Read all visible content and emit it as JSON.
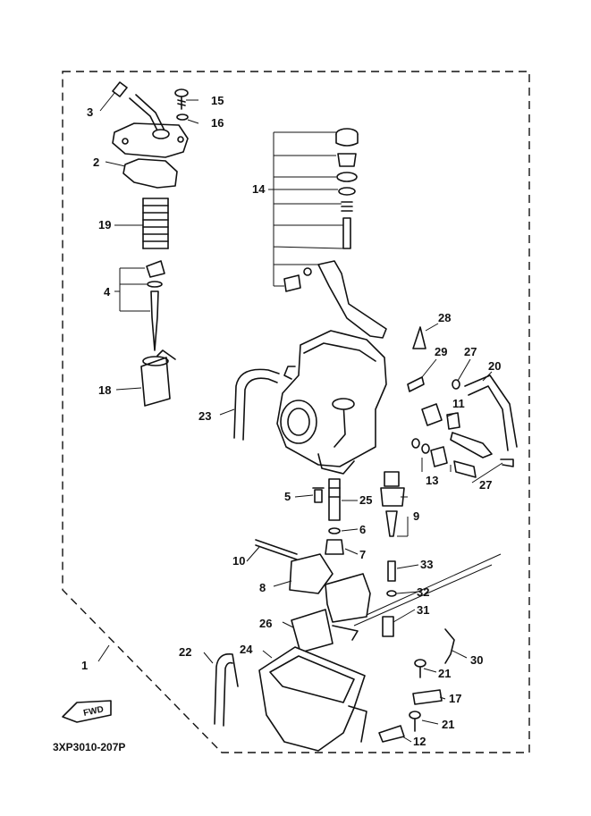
{
  "diagram_code": "3XP3010-207P",
  "fwd_label": "FWD",
  "callouts": {
    "c1": "1",
    "c2": "2",
    "c3": "3",
    "c4": "4",
    "c5": "5",
    "c6": "6",
    "c7": "7",
    "c8": "8",
    "c9": "9",
    "c10": "10",
    "c11": "11",
    "c12": "12",
    "c13": "13",
    "c14": "14",
    "c15": "15",
    "c16": "16",
    "c17": "17",
    "c18": "18",
    "c19": "19",
    "c20": "20",
    "c21a": "21",
    "c21b": "21",
    "c22": "22",
    "c23": "23",
    "c24": "24",
    "c25": "25",
    "c26": "26",
    "c27a": "27",
    "c27b": "27",
    "c28": "28",
    "c29": "29",
    "c30": "30",
    "c31": "31",
    "c32": "32",
    "c33": "33"
  }
}
